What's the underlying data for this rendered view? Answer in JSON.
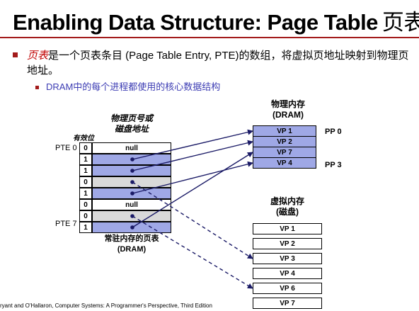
{
  "header": {
    "title": "Enabling Data Structure: Page Table",
    "title_cn": "页表"
  },
  "bullets": {
    "main_em": "页表",
    "main_text": "是一个页表条目 (Page Table Entry, PTE)的数组，将虚拟页地址映射到物理页地址。",
    "sub_text": "DRAM中的每个进程都使用的核心数据结构"
  },
  "page_table": {
    "header_line1": "物理页号或",
    "header_line2": "磁盘地址",
    "valid_label": "有效位",
    "pte0_label": "PTE 0",
    "pte7_label": "PTE 7",
    "caption_line1": "常驻内存的页表",
    "caption_line2": "(DRAM)",
    "entries": [
      {
        "valid": "0",
        "content": "null"
      },
      {
        "valid": "1",
        "content": ""
      },
      {
        "valid": "1",
        "content": ""
      },
      {
        "valid": "0",
        "content": ""
      },
      {
        "valid": "1",
        "content": ""
      },
      {
        "valid": "0",
        "content": "null"
      },
      {
        "valid": "0",
        "content": ""
      },
      {
        "valid": "1",
        "content": ""
      }
    ]
  },
  "physical_memory": {
    "title_line1": "物理内存",
    "title_line2": "(DRAM)",
    "pages": [
      "VP 1",
      "VP 2",
      "VP 7",
      "VP 4"
    ],
    "pp0_label": "PP 0",
    "pp3_label": "PP 3"
  },
  "virtual_memory": {
    "title_line1": "虚拟内存",
    "title_line2": "(磁盘)",
    "pages": [
      "VP 1",
      "VP 2",
      "VP 3",
      "VP 4",
      "VP 6",
      "VP 7"
    ]
  },
  "footer": {
    "text": "ryant and O'Hallaron, Computer Systems: A Programmer's Perspective, Third Edition"
  },
  "colors": {
    "accent": "#a31b1b",
    "page_fill": "#9fa8e6",
    "link_text": "#3b3bb3",
    "arrow": "#1a1a66"
  }
}
